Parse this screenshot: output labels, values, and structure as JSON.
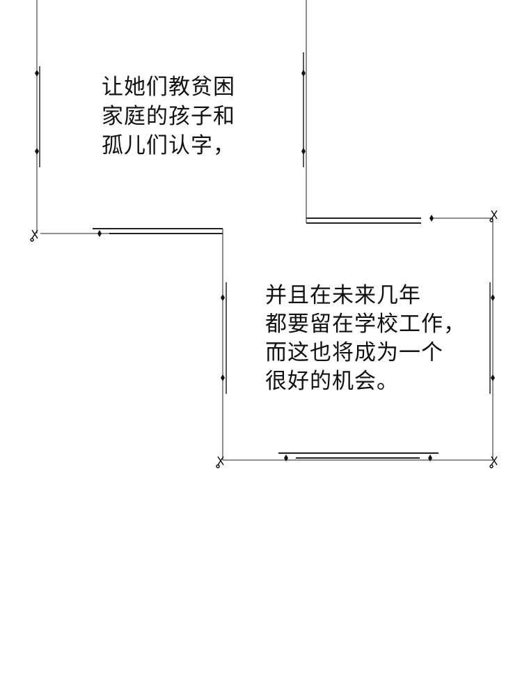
{
  "panel": {
    "caption_1": {
      "lines": [
        "让她们教贫困",
        "家庭的孩子和",
        "孤儿们认字，"
      ]
    },
    "caption_2": {
      "lines": [
        "并且在未来几年",
        "都要留在学校工作，",
        "而这也将成为一个",
        "很好的机会。"
      ]
    },
    "colors": {
      "ink": "#111111",
      "background": "#ffffff"
    }
  }
}
